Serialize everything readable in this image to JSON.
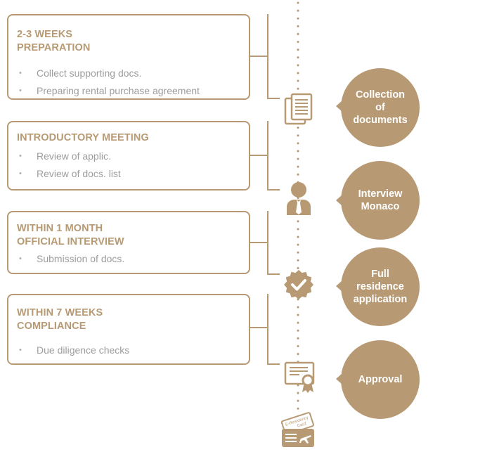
{
  "colors": {
    "accent": "#b79a74",
    "bullet_text": "#9d9d9d",
    "background": "#ffffff"
  },
  "stages": [
    {
      "title_lines": [
        "2-3 WEEKS",
        "PREPARATION"
      ],
      "bullets": [
        "Collect supporting docs.",
        "Preparing rental purchase agreement"
      ],
      "icon": "documents-icon",
      "milestone_lines": [
        "Collection",
        "of",
        "documents"
      ]
    },
    {
      "title_lines": [
        "INTRODUCTORY MEETING"
      ],
      "bullets": [
        "Review of applic.",
        "Review of docs. list"
      ],
      "icon": "person-icon",
      "milestone_lines": [
        "Interview",
        "Monaco"
      ]
    },
    {
      "title_lines": [
        "WITHIN 1 MONTH",
        "OFFICIAL INTERVIEW"
      ],
      "bullets": [
        "Submission of docs."
      ],
      "icon": "checkmark-badge-icon",
      "milestone_lines": [
        "Full",
        "residence",
        "application"
      ]
    },
    {
      "title_lines": [
        "WITHIN 7 WEEKS",
        "COMPLIANCE"
      ],
      "bullets": [
        "Due diligence checks"
      ],
      "icon": "certificate-icon",
      "milestone_lines": [
        "Approval"
      ]
    }
  ],
  "final_icon": {
    "icon": "residency-card-icon",
    "card_label_lines": [
      "E-Residency",
      "Card"
    ]
  }
}
